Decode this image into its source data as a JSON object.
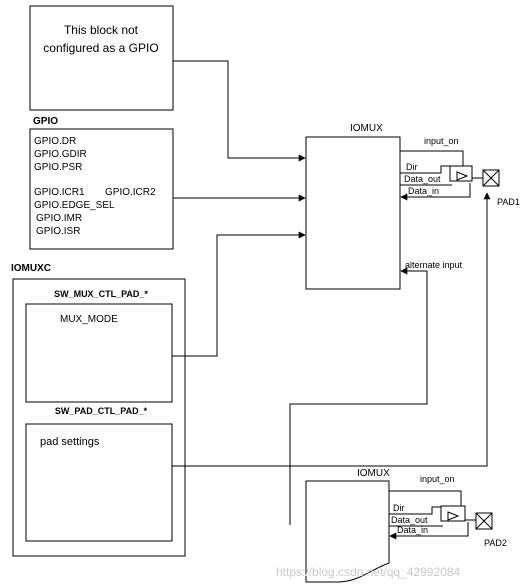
{
  "not_gpio_block": {
    "line1": "This block not",
    "line2": "configured as a GPIO"
  },
  "gpio": {
    "title": "GPIO",
    "registers": [
      "GPIO.DR",
      "GPIO.GDIR",
      "GPIO.PSR",
      "GPIO.ICR1",
      "GPIO.ICR2",
      "GPIO.EDGE_SEL",
      "GPIO.IMR",
      "GPIO.ISR"
    ]
  },
  "iomuxc": {
    "title": "IOMUXC",
    "mux_ctl_title": "SW_MUX_CTL_PAD_*",
    "mux_mode": "MUX_MODE",
    "pad_ctl_title": "SW_PAD_CTL_PAD_*",
    "pad_settings": "pad settings"
  },
  "iomux_top": {
    "title": "IOMUX",
    "input_on": "input_on",
    "dir": "Dir",
    "data_out": "Data_out",
    "data_in": "Data_in",
    "alternate_input": "alternate input",
    "pad": "PAD1"
  },
  "iomux_bottom": {
    "title": "IOMUX",
    "input_on": "input_on",
    "dir": "Dir",
    "data_out": "Data_out",
    "data_in": "Data_in",
    "pad": "PAD2"
  },
  "watermark": "https://blog.csdn.net/qq_42992084"
}
